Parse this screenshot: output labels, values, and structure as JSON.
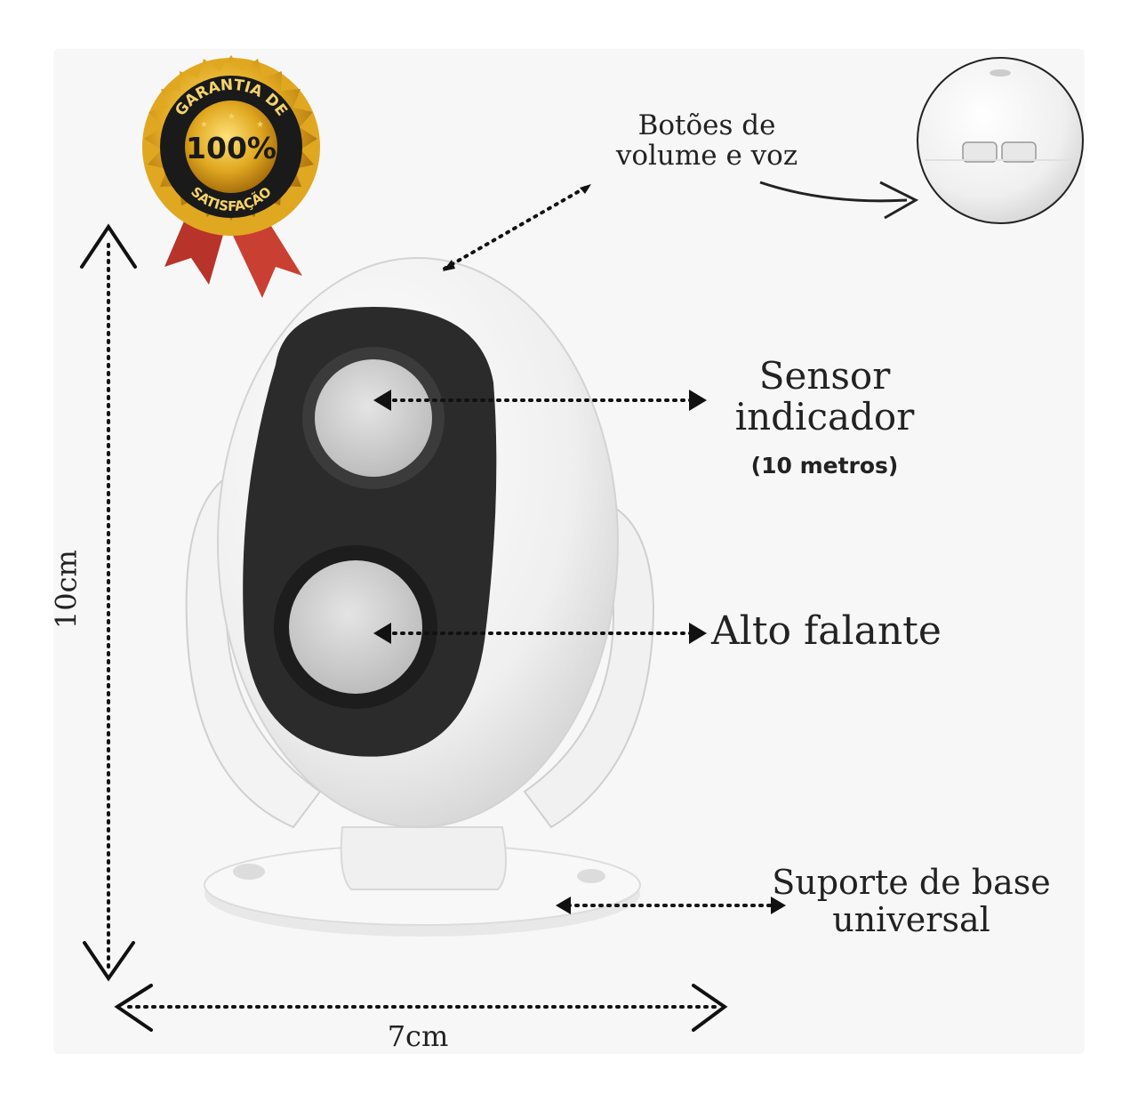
{
  "badge": {
    "top_text": "GARANTIA DE",
    "center_text": "100%",
    "bottom_text": "SATISFAÇÃO",
    "colors": {
      "gold": "#d9a21a",
      "black": "#1a1a1a",
      "ribbon": "#c0392b"
    }
  },
  "callouts": {
    "buttons": "Botões de volume e voz",
    "sensor": "Sensor indicador",
    "sensor_range": "(10 metros)",
    "speaker": "Alto falante",
    "base": "Suporte de base universal"
  },
  "dimensions": {
    "height": "10cm",
    "width": "7cm"
  },
  "colors": {
    "device_body": "#f2f2f2",
    "device_face": "#2b2b2b",
    "lens": "#d6d6d6",
    "text": "#222222"
  }
}
